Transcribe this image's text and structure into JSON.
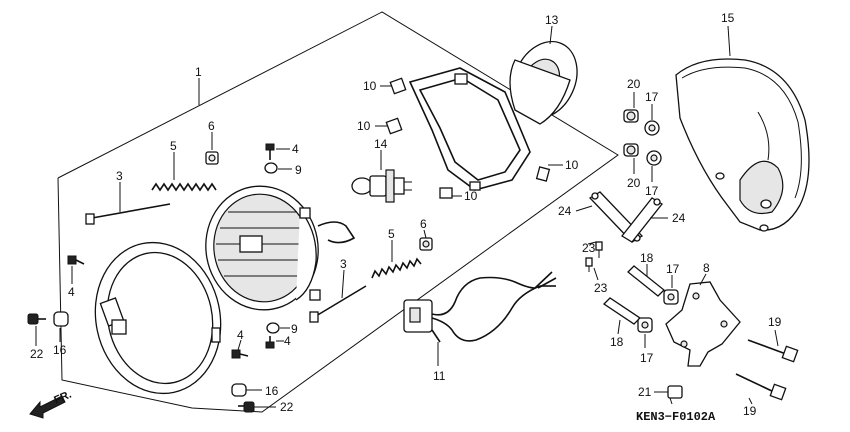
{
  "callouts": [
    {
      "id": "c1",
      "label": "1"
    },
    {
      "id": "c3a",
      "label": "3"
    },
    {
      "id": "c3b",
      "label": "3"
    },
    {
      "id": "c4a",
      "label": "4"
    },
    {
      "id": "c4b",
      "label": "4"
    },
    {
      "id": "c4c",
      "label": "4"
    },
    {
      "id": "c4d",
      "label": "4"
    },
    {
      "id": "c5a",
      "label": "5"
    },
    {
      "id": "c5b",
      "label": "5"
    },
    {
      "id": "c6a",
      "label": "6"
    },
    {
      "id": "c6b",
      "label": "6"
    },
    {
      "id": "c8",
      "label": "8"
    },
    {
      "id": "c9a",
      "label": "9"
    },
    {
      "id": "c9b",
      "label": "9"
    },
    {
      "id": "c10a",
      "label": "10"
    },
    {
      "id": "c10b",
      "label": "10"
    },
    {
      "id": "c10c",
      "label": "10"
    },
    {
      "id": "c10d",
      "label": "10"
    },
    {
      "id": "c11",
      "label": "11"
    },
    {
      "id": "c13",
      "label": "13"
    },
    {
      "id": "c14",
      "label": "14"
    },
    {
      "id": "c15",
      "label": "15"
    },
    {
      "id": "c16a",
      "label": "16"
    },
    {
      "id": "c16b",
      "label": "16"
    },
    {
      "id": "c17a",
      "label": "17"
    },
    {
      "id": "c17b",
      "label": "17"
    },
    {
      "id": "c17c",
      "label": "17"
    },
    {
      "id": "c17d",
      "label": "17"
    },
    {
      "id": "c18a",
      "label": "18"
    },
    {
      "id": "c18b",
      "label": "18"
    },
    {
      "id": "c19a",
      "label": "19"
    },
    {
      "id": "c19b",
      "label": "19"
    },
    {
      "id": "c20a",
      "label": "20"
    },
    {
      "id": "c20b",
      "label": "20"
    },
    {
      "id": "c21",
      "label": "21"
    },
    {
      "id": "c22a",
      "label": "22"
    },
    {
      "id": "c22b",
      "label": "22"
    },
    {
      "id": "c23a",
      "label": "23"
    },
    {
      "id": "c23b",
      "label": "23"
    },
    {
      "id": "c24a",
      "label": "24"
    },
    {
      "id": "c24b",
      "label": "24"
    }
  ],
  "diagram_code": "KEN3−F0102A",
  "direction_label": "FR.",
  "colors": {
    "ink": "#111111",
    "background": "#ffffff"
  }
}
